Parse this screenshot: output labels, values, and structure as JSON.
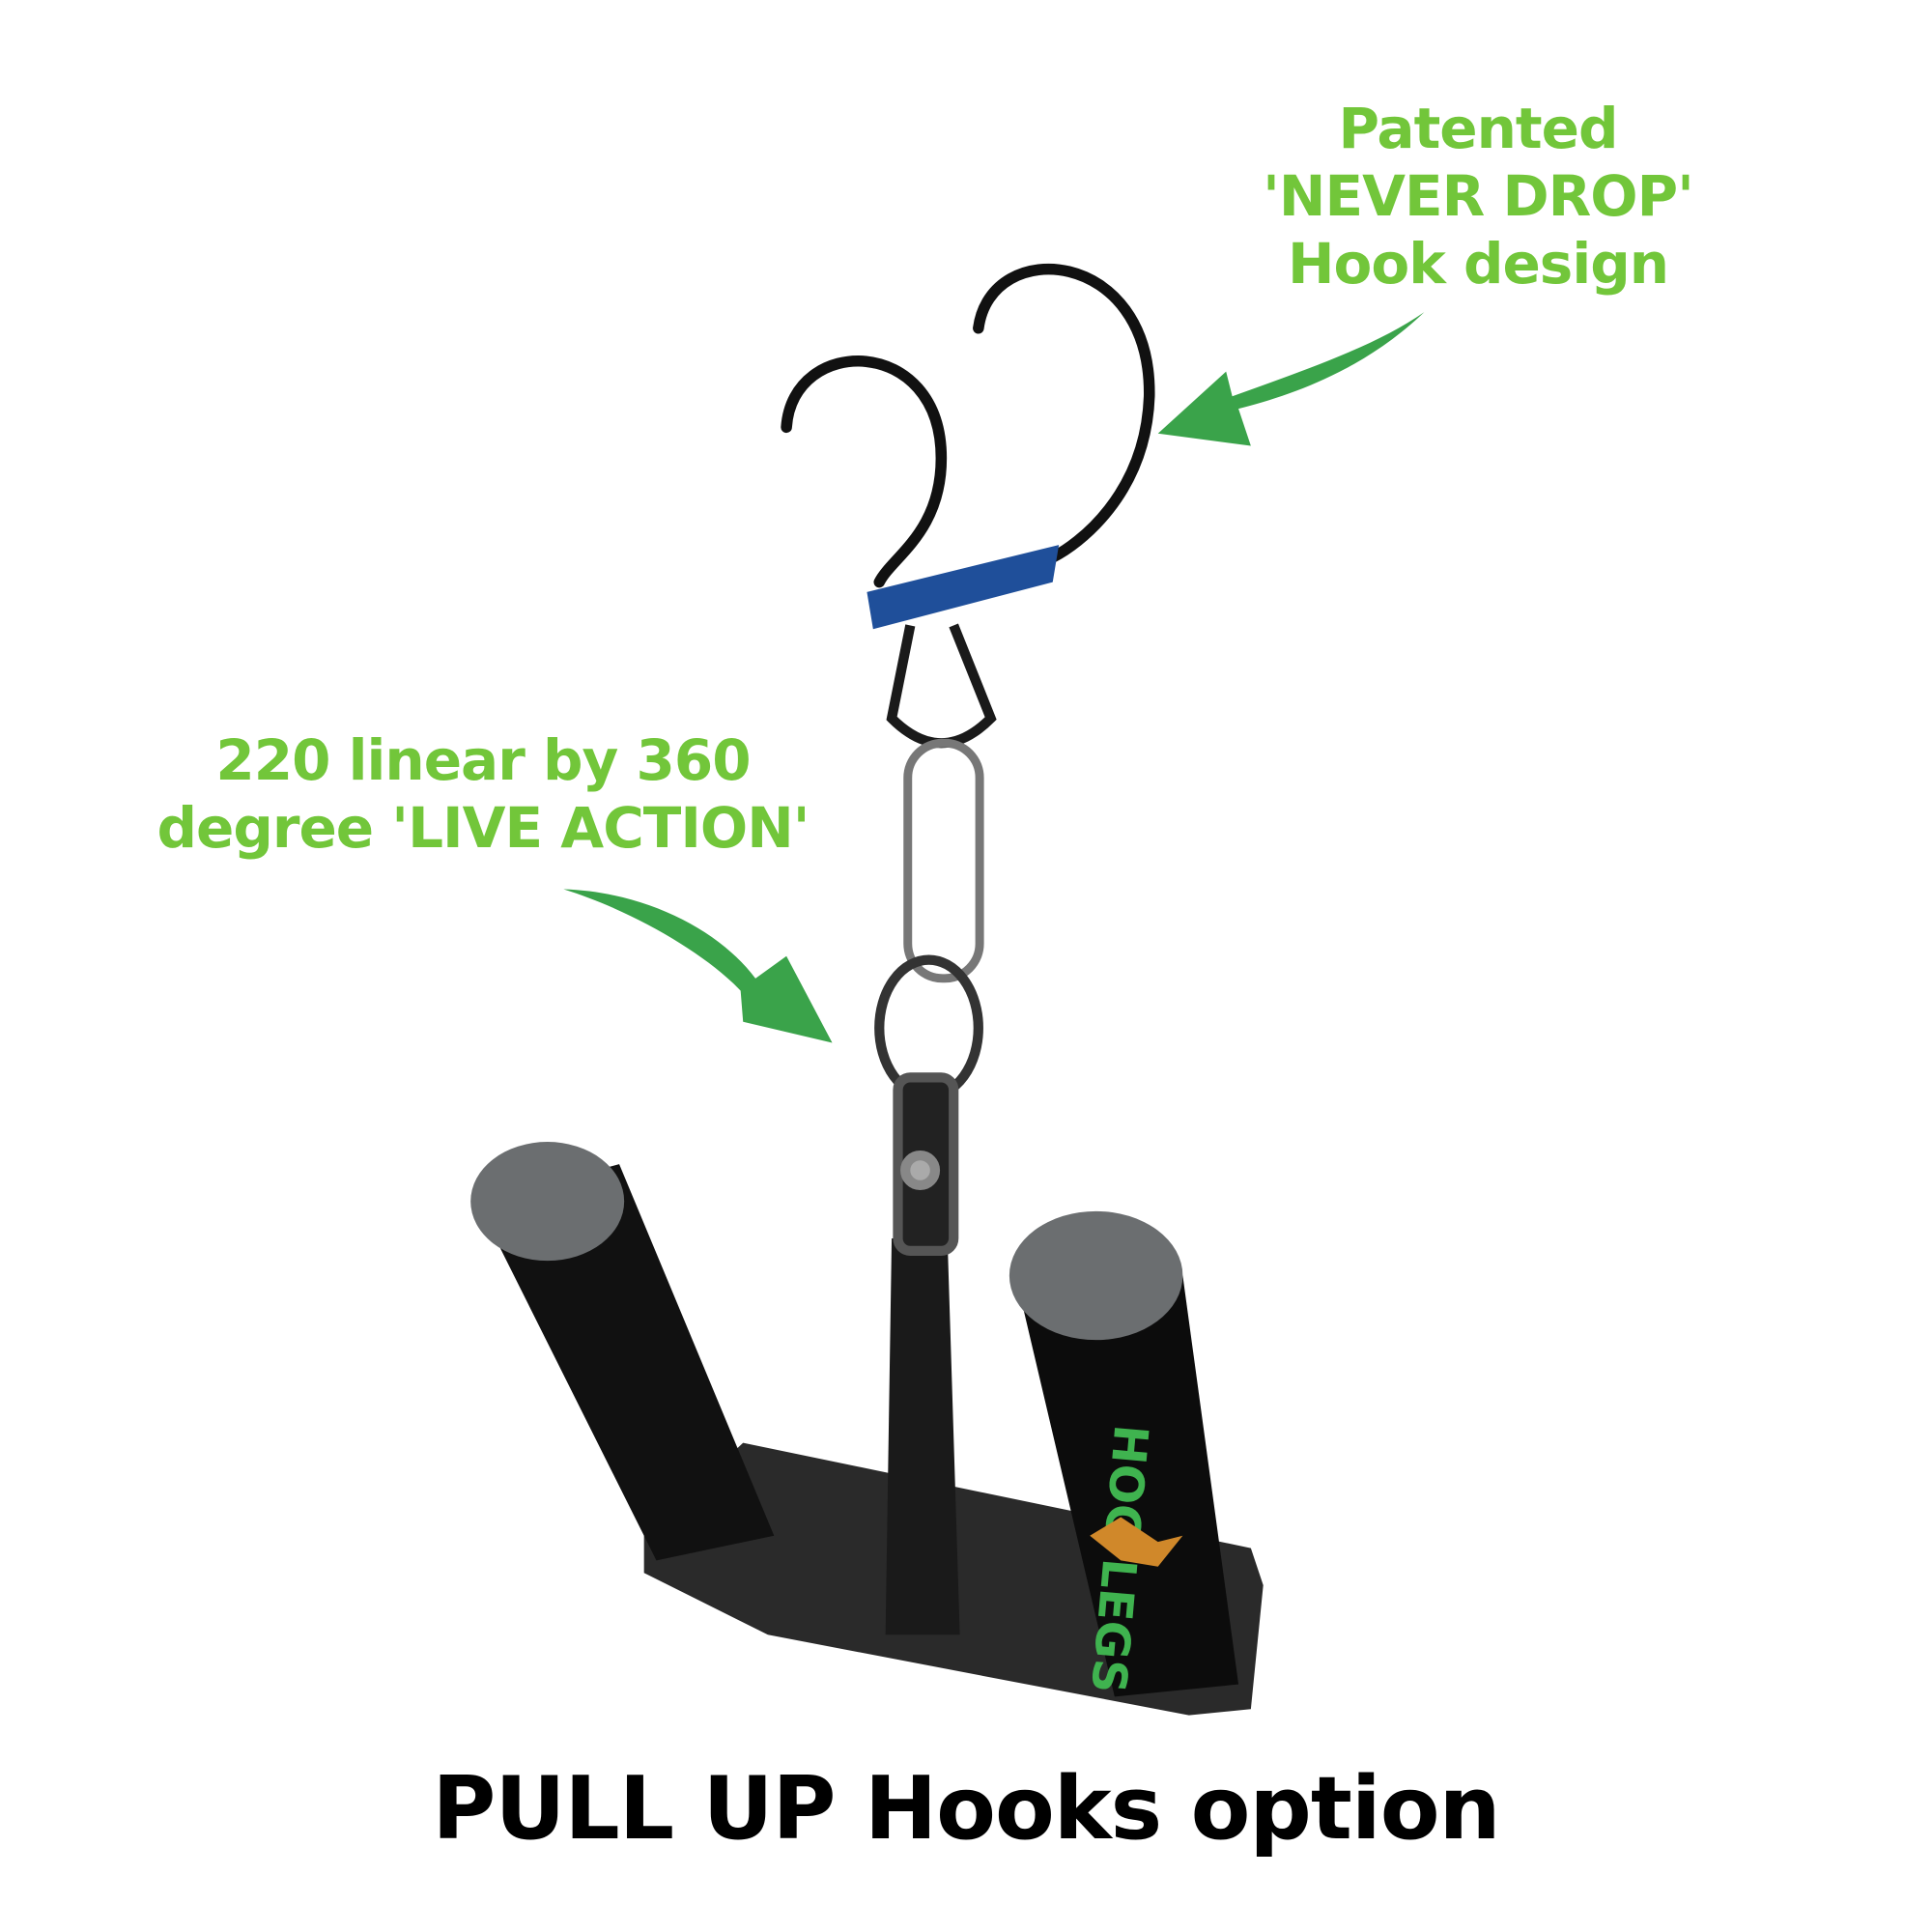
{
  "callouts": {
    "hook": [
      "Patented",
      "'NEVER DROP'",
      "Hook design"
    ],
    "swivel": [
      "220 linear by 360",
      "degree 'LIVE ACTION'"
    ]
  },
  "title": "PULL UP Hooks option",
  "logo_text": "HOG LEGS",
  "colors": {
    "callout_green": "#72c63a",
    "arrow_green": "#3aa34a",
    "strap_blue": "#1f4f9a"
  }
}
